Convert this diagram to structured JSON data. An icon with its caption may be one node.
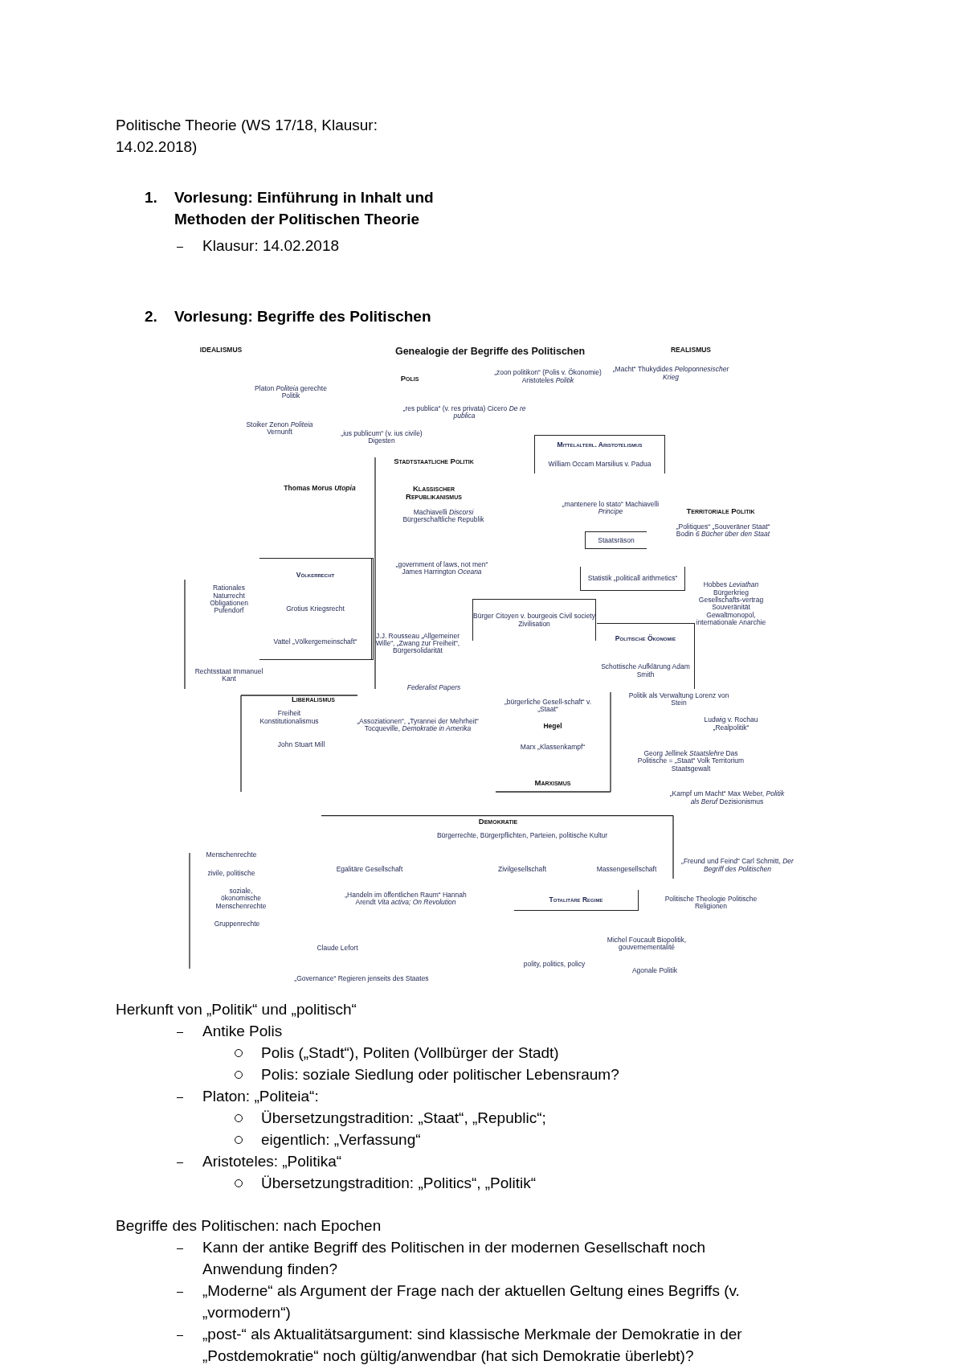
{
  "diagram": {
    "title": "Politische Theorie (WS 17/18, Klausur: 14.02.2018)",
    "nodes": [
      {
        "text": [
          "Mittelalterl. Aristotelismus",
          "William Occam Marsilius v. Padua"
        ]
      },
      {
        "text": [
          "Staatsräson"
        ]
      },
      {
        "text": [
          "Völkerrecht",
          "Grotius Kriegsrecht",
          "Vattel „Völkergemeinschaft“"
        ]
      },
      {
        "text": [
          "Statistik „politicall arithmetics“"
        ]
      },
      {
        "text": [
          "Bürger Citoyen v. bourgeois Civil society Zivilisation"
        ]
      },
      {
        "text": [
          "Politische Ökonomie",
          "Schottische Aufklärung Adam Smith"
        ]
      },
      {
        "text": [
          "Totalitäre Regime"
        ]
      }
    ],
    "labels": [
      "1.",
      "Vorlesung: Einführung in Inhalt und Methoden der Politischen Theorie",
      "Klausur: 14.02.2018",
      "2.",
      "Vorlesung: Begriffe des Politischen",
      "IDEALISMUS",
      "Genealogie der Begriffe des Politischen",
      "REALISMUS",
      "Polis",
      "„zoon politikon“ (Polis v. Ökonomie) Aristoteles *Politik*",
      "„Macht“ Thukydides *Peloponnesischer Krieg*",
      "Platon *Politeia* gerechte Politik",
      "„res publica“ (v. res privata) Cicero *De re publica*",
      "Stoiker Zenon *Politeia* Vernunft",
      "„ius publicum“ (v. ius civile) Digesten",
      "Stadtstaatliche Politik",
      "Thomas Morus *Utopia*",
      "Klassischer Republikanismus",
      "Machiavelli *Discorsi* Bürgerschaftliche Republik",
      "„mantenere lo stato“ Machiavelli *Principe*",
      "Territoriale Politik",
      "„Politiques“ „Souveräner Staat“ Bodin *6 Bücher über den Staat*",
      "„government of laws, not men“ James Harrington *Oceana*",
      "Rationales Naturrecht Obligationen Pufendorf",
      "Hobbes *Leviathan* Bürgerkrieg Gesellschafts-vertrag Souveränität Gewaltmonopol, internationale Anarchie",
      "J.J. Rousseau „Allgemeiner Wille“, „Zwang zur Freiheit“, Bürgersolidarität",
      "Rechtsstaat Immanuel Kant",
      "Federalist Papers",
      "Liberalismus",
      "Freiheit",
      "Konstitutionalismus",
      "„Assoziationen“, „Tyrannei der Mehrheit“ Tocqueville, *Demokratie in Amerika*",
      "John Stuart Mill",
      "„bürgerliche Gesell-schaft“ v. „Staat“",
      "Hegel",
      "Marx „Klassenkampf“",
      "Marxismus",
      "Politik als Verwaltung Lorenz von Stein",
      "Ludwig v. Rochau „Realpolitik“",
      "Georg Jellinek *Staatslehre* Das Politische = „Staat“ Volk Territorium Staatsgewalt",
      "„Kampf um Macht“ Max Weber, *Politik als Beruf* Dezisionismus",
      "Demokratie",
      "Bürgerrechte, Bürgerpflichten, Parteien, politische Kultur",
      "„Freund und Feind“ Carl Schmitt, *Der Begriff des Politischen*",
      "Menschenrechte",
      "zivile, politische",
      "soziale, ökonomische Menschenrechte",
      "Gruppenrechte",
      "Egalitäre Gesellschaft",
      "Zivilgesellschaft",
      "Massengesellschaft",
      "„Handeln im öffentlichen Raum“ Hannah Arendt *Vita activa; On Revolution*",
      "Politische Theologie Politische Religionen",
      "Claude Lefort",
      "Michel Foucault Biopolitik, gouvernementalité",
      "polity, politics, policy",
      "Agonale Politik",
      "„Governance“ Regieren jenseits des Staates",
      "Herkunft von „Politik“ und „politisch“",
      "Antike Polis",
      "Polis („Stadt“), Politen (Vollbürger der Stadt)",
      "Polis: soziale Siedlung oder politischer Lebensraum?",
      "Platon: „Politeia“:",
      "Übersetzungstradition: „Staat“, „Republic“;",
      "eigentlich: „Verfassung“",
      "Aristoteles: „Politika“",
      "Übersetzungstradition: „Politics“, „Politik“",
      "Begriffe des Politischen: nach Epochen",
      "Kann der antike Begriff des Politischen in der modernen Gesellschaft noch Anwendung finden?",
      "„Moderne“ als Argument der Frage nach der aktuellen Geltung eines Begriffs (v. „vormodern“)",
      "„post-“ als Aktualitätsargument: sind klassische Merkmale der Demokratie in der „Postdemokratie“ noch gültig/anwendbar (hat sich Demokratie überlebt)?"
    ]
  }
}
